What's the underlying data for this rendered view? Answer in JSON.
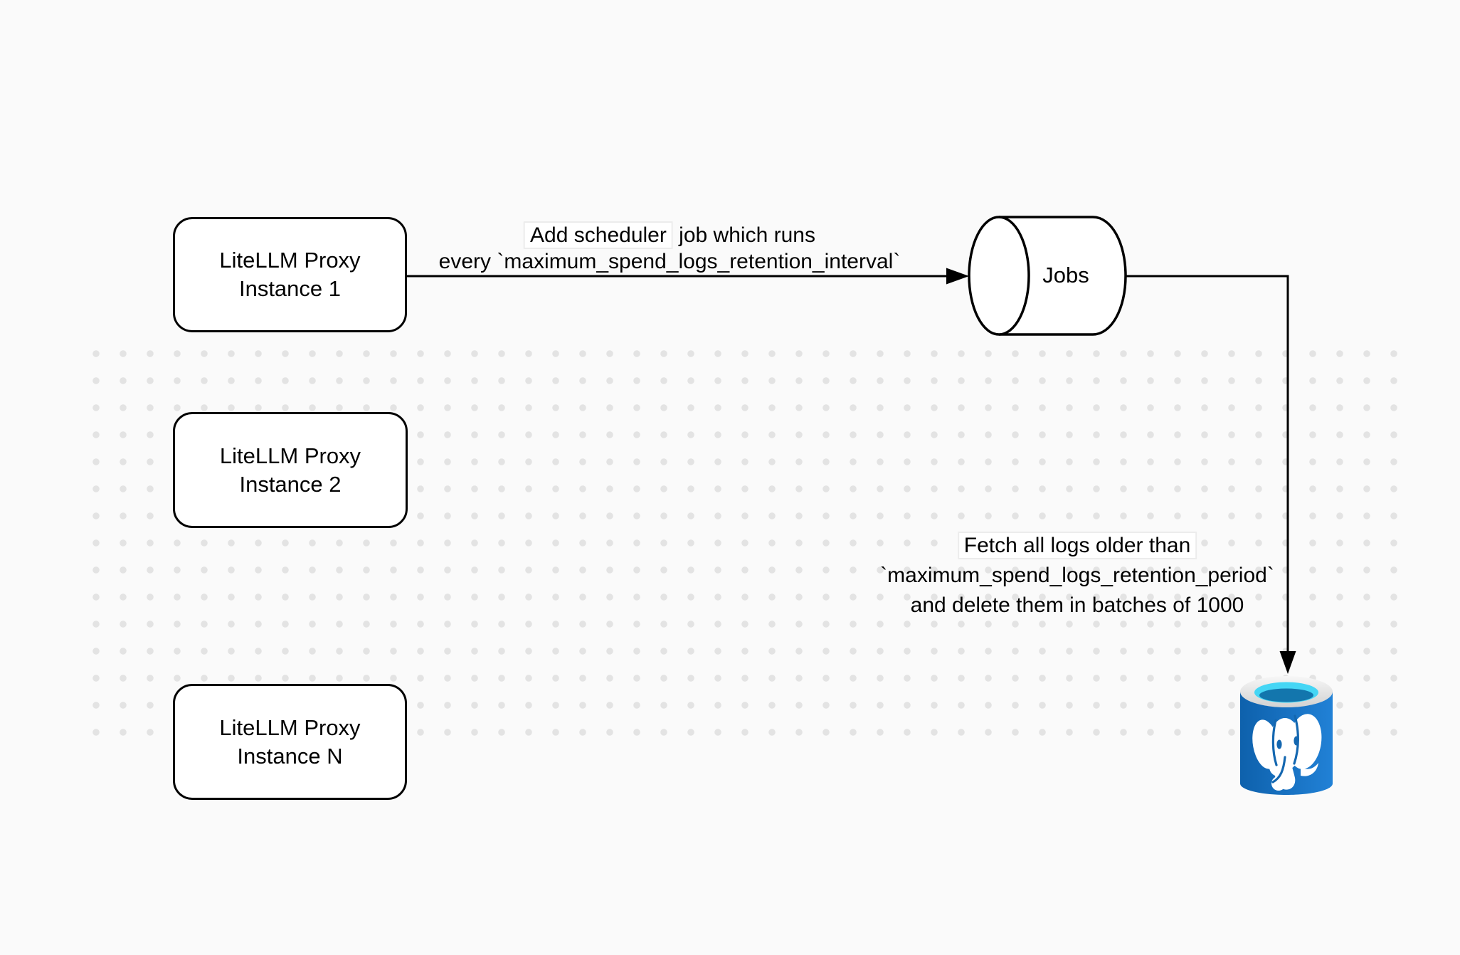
{
  "colors": {
    "canvas-bg": "#fafafa",
    "dot": "#e3e3e3",
    "stroke": "#000000",
    "node-fill": "#ffffff",
    "label-bg": "#ffffff",
    "label-border": "#ececec",
    "text": "#000000",
    "pg-body-left": "#0e61ac",
    "pg-body-right": "#2181d6",
    "pg-rim-light": "#f7f7f7",
    "pg-rim-dark": "#d2d2d2",
    "pg-cyan": "#45d6f5",
    "pg-inner-dark": "#1376ad",
    "pg-detail": "#1467b0",
    "pg-elephant": "#ffffff"
  },
  "nodes": {
    "proxy1": {
      "line1": "LiteLLM Proxy",
      "line2": "Instance 1"
    },
    "proxy2": {
      "line1": "LiteLLM Proxy",
      "line2": "Instance 2"
    },
    "proxyN": {
      "line1": "LiteLLM Proxy",
      "line2": "Instance N"
    },
    "jobs": {
      "label": "Jobs"
    }
  },
  "edge_labels": {
    "scheduler": {
      "line1_highlight": "Add scheduler",
      "line1_rest": " job which runs",
      "line2": "every `maximum_spend_logs_retention_interval`"
    },
    "fetch": {
      "line1": "Fetch all logs older than",
      "line2": "`maximum_spend_logs_retention_period`",
      "line3": "and delete them in batches of 1000"
    }
  },
  "icons": {
    "jobs_shape": "horizontal-queue-cylinder",
    "database": "postgresql-database-icon"
  }
}
